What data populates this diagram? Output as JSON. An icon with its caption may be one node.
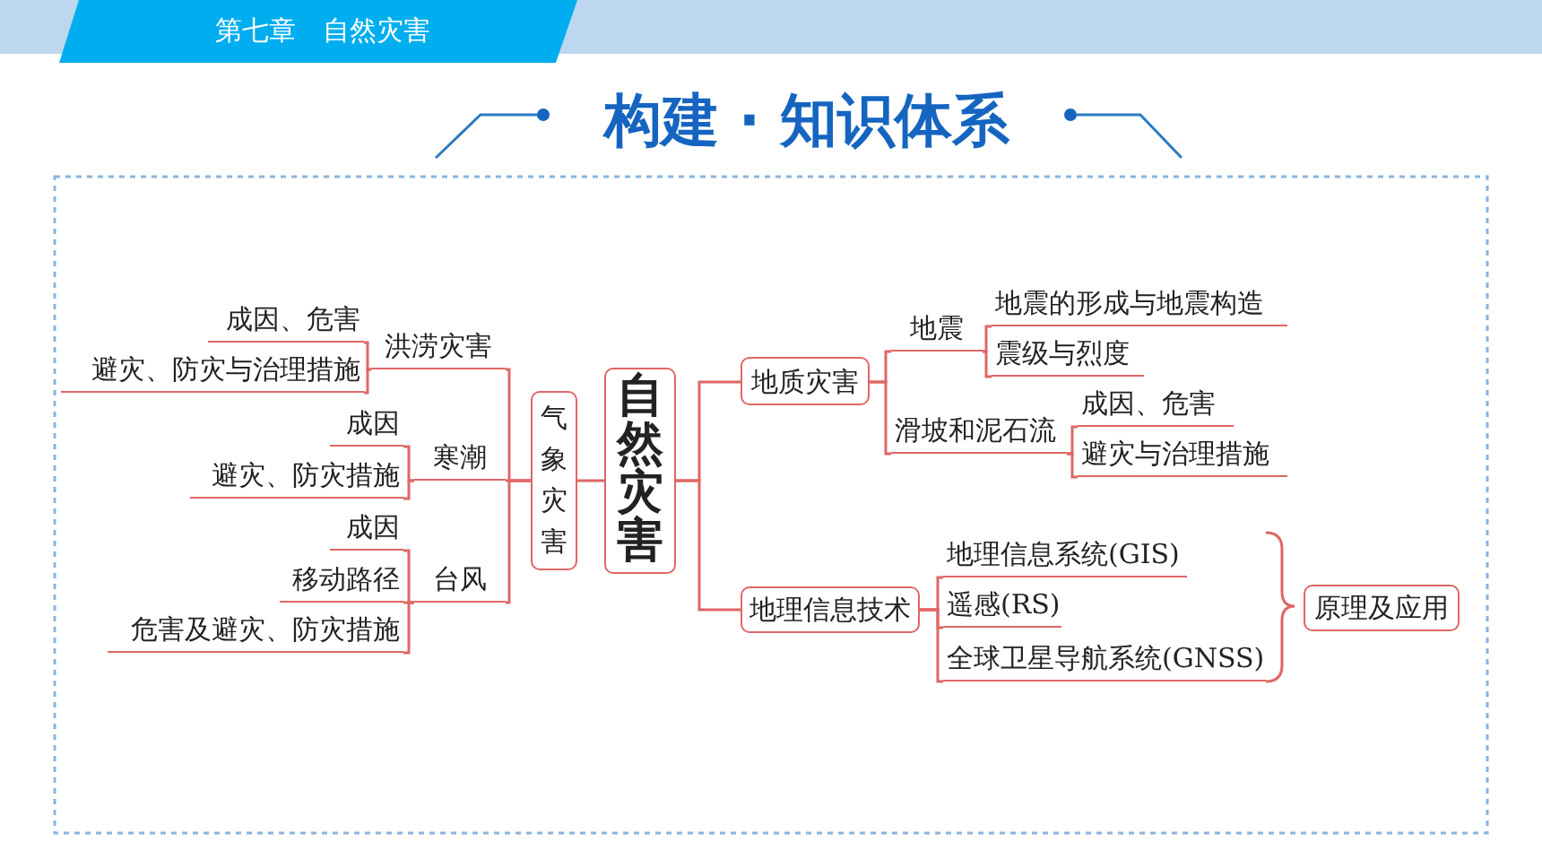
{
  "diagram": {
    "title": "构建 · 知识体系",
    "nodes": [
      {
        "text": [
          "自然灾害"
        ]
      },
      {
        "text": [
          "气象灾害"
        ]
      },
      {
        "text": [
          "洪涝灾害"
        ]
      },
      {
        "text": [
          "成因、危害"
        ]
      },
      {
        "text": [
          "避灾、防灾与治理措施"
        ]
      },
      {
        "text": [
          "寒潮"
        ]
      },
      {
        "text": [
          "成因"
        ]
      },
      {
        "text": [
          "避灾、防灾措施"
        ]
      },
      {
        "text": [
          "台风"
        ]
      },
      {
        "text": [
          "成因"
        ]
      },
      {
        "text": [
          "移动路径"
        ]
      },
      {
        "text": [
          "危害及避灾、防灾措施"
        ]
      },
      {
        "text": [
          "地质灾害"
        ]
      },
      {
        "text": [
          "地震"
        ]
      },
      {
        "text": [
          "地震的形成与地震构造"
        ]
      },
      {
        "text": [
          "震级与烈度"
        ]
      },
      {
        "text": [
          "滑坡和泥石流"
        ]
      },
      {
        "text": [
          "成因、危害"
        ]
      },
      {
        "text": [
          "避灾与治理措施"
        ]
      },
      {
        "text": [
          "地理信息技术"
        ]
      },
      {
        "text": [
          "地理信息系统(GIS)"
        ]
      },
      {
        "text": [
          "遥感(RS)"
        ]
      },
      {
        "text": [
          "全球卫星导航系统(GNSS)"
        ]
      },
      {
        "text": [
          "原理及应用"
        ]
      }
    ],
    "edges": [
      {
        "from": 0,
        "to": 1,
        "arrow": "none"
      },
      {
        "from": 1,
        "to": 2,
        "arrow": "none"
      },
      {
        "from": 2,
        "to": 3,
        "arrow": "none"
      },
      {
        "from": 2,
        "to": 4,
        "arrow": "none"
      },
      {
        "from": 1,
        "to": 5,
        "arrow": "none"
      },
      {
        "from": 5,
        "to": 6,
        "arrow": "none"
      },
      {
        "from": 5,
        "to": 7,
        "arrow": "none"
      },
      {
        "from": 1,
        "to": 8,
        "arrow": "none"
      },
      {
        "from": 8,
        "to": 9,
        "arrow": "none"
      },
      {
        "from": 8,
        "to": 10,
        "arrow": "none"
      },
      {
        "from": 8,
        "to": 11,
        "arrow": "none"
      },
      {
        "from": 0,
        "to": 12,
        "arrow": "none"
      },
      {
        "from": 12,
        "to": 13,
        "arrow": "none"
      },
      {
        "from": 13,
        "to": 14,
        "arrow": "none"
      },
      {
        "from": 13,
        "to": 15,
        "arrow": "none"
      },
      {
        "from": 12,
        "to": 16,
        "arrow": "none"
      },
      {
        "from": 16,
        "to": 17,
        "arrow": "none"
      },
      {
        "from": 16,
        "to": 18,
        "arrow": "none"
      },
      {
        "from": 0,
        "to": 19,
        "arrow": "none"
      },
      {
        "from": 19,
        "to": 20,
        "arrow": "none"
      },
      {
        "from": 19,
        "to": 21,
        "arrow": "none"
      },
      {
        "from": 19,
        "to": 22,
        "arrow": "none"
      }
    ],
    "labels": [
      "第七章　自然灾害"
    ]
  }
}
